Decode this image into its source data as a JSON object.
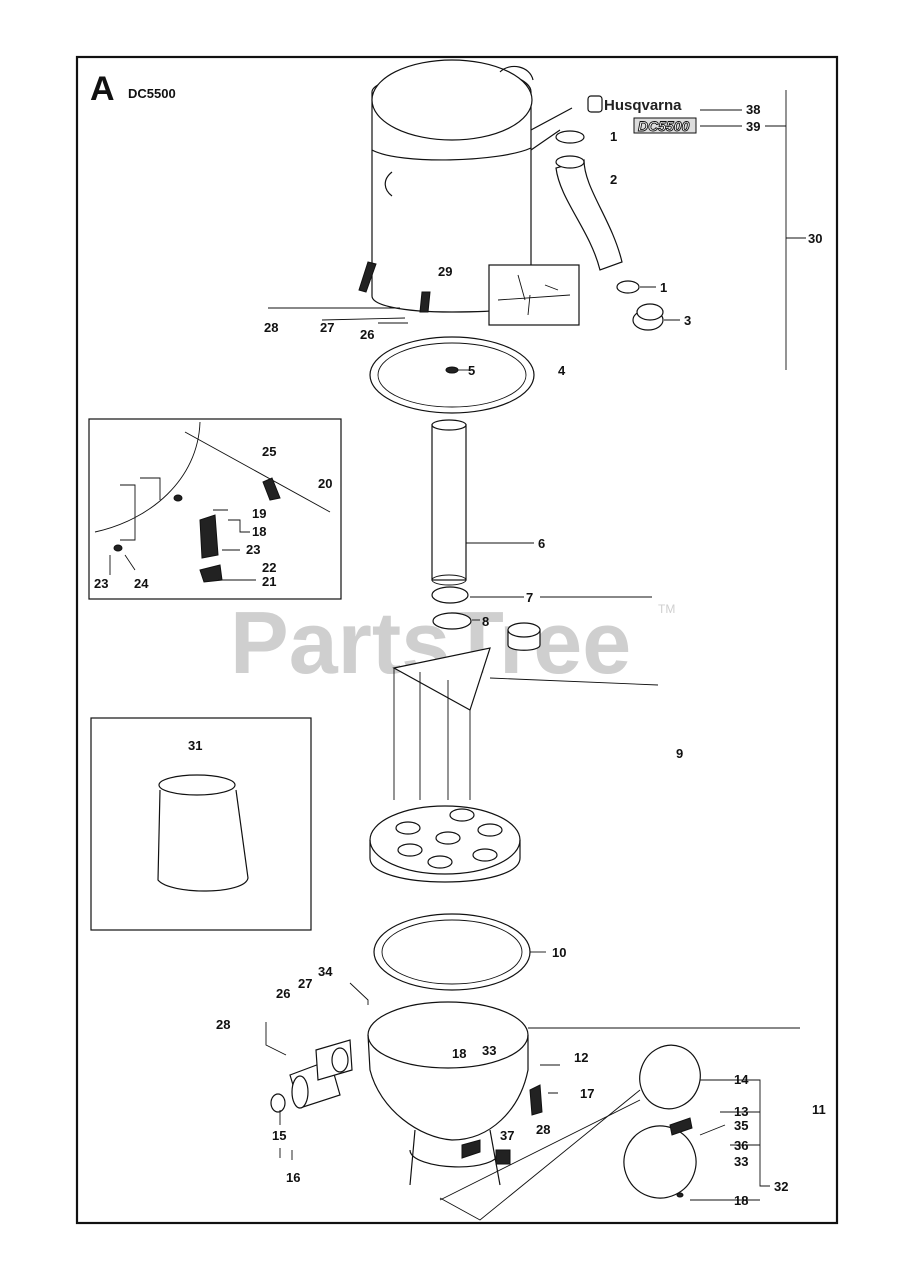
{
  "section_letter": "A",
  "model_code": "DC5500",
  "brand_badge": {
    "brand": "Husqvarna",
    "model": "DC5500"
  },
  "watermark": {
    "text": "PartsTree",
    "trademark": "TM"
  },
  "callouts": {
    "c1a": "1",
    "c1b": "1",
    "c2": "2",
    "c3": "3",
    "c4": "4",
    "c5": "5",
    "c6": "6",
    "c7": "7",
    "c8": "8",
    "c9": "9",
    "c10": "10",
    "c11": "11",
    "c12": "12",
    "c13": "13",
    "c14": "14",
    "c15": "15",
    "c16": "16",
    "c17": "17",
    "c18a": "18",
    "c18b": "18",
    "c18c": "18",
    "c19": "19",
    "c20": "20",
    "c21": "21",
    "c22": "22",
    "c23a": "23",
    "c23b": "23",
    "c24": "24",
    "c25": "25",
    "c26a": "26",
    "c26b": "26",
    "c27a": "27",
    "c27b": "27",
    "c28a": "28",
    "c28b": "28",
    "c28c": "28",
    "c29": "29",
    "c30": "30",
    "c31": "31",
    "c32": "32",
    "c33a": "33",
    "c33b": "33",
    "c34": "34",
    "c35": "35",
    "c36": "36",
    "c37": "37",
    "c38": "38",
    "c39": "39"
  }
}
